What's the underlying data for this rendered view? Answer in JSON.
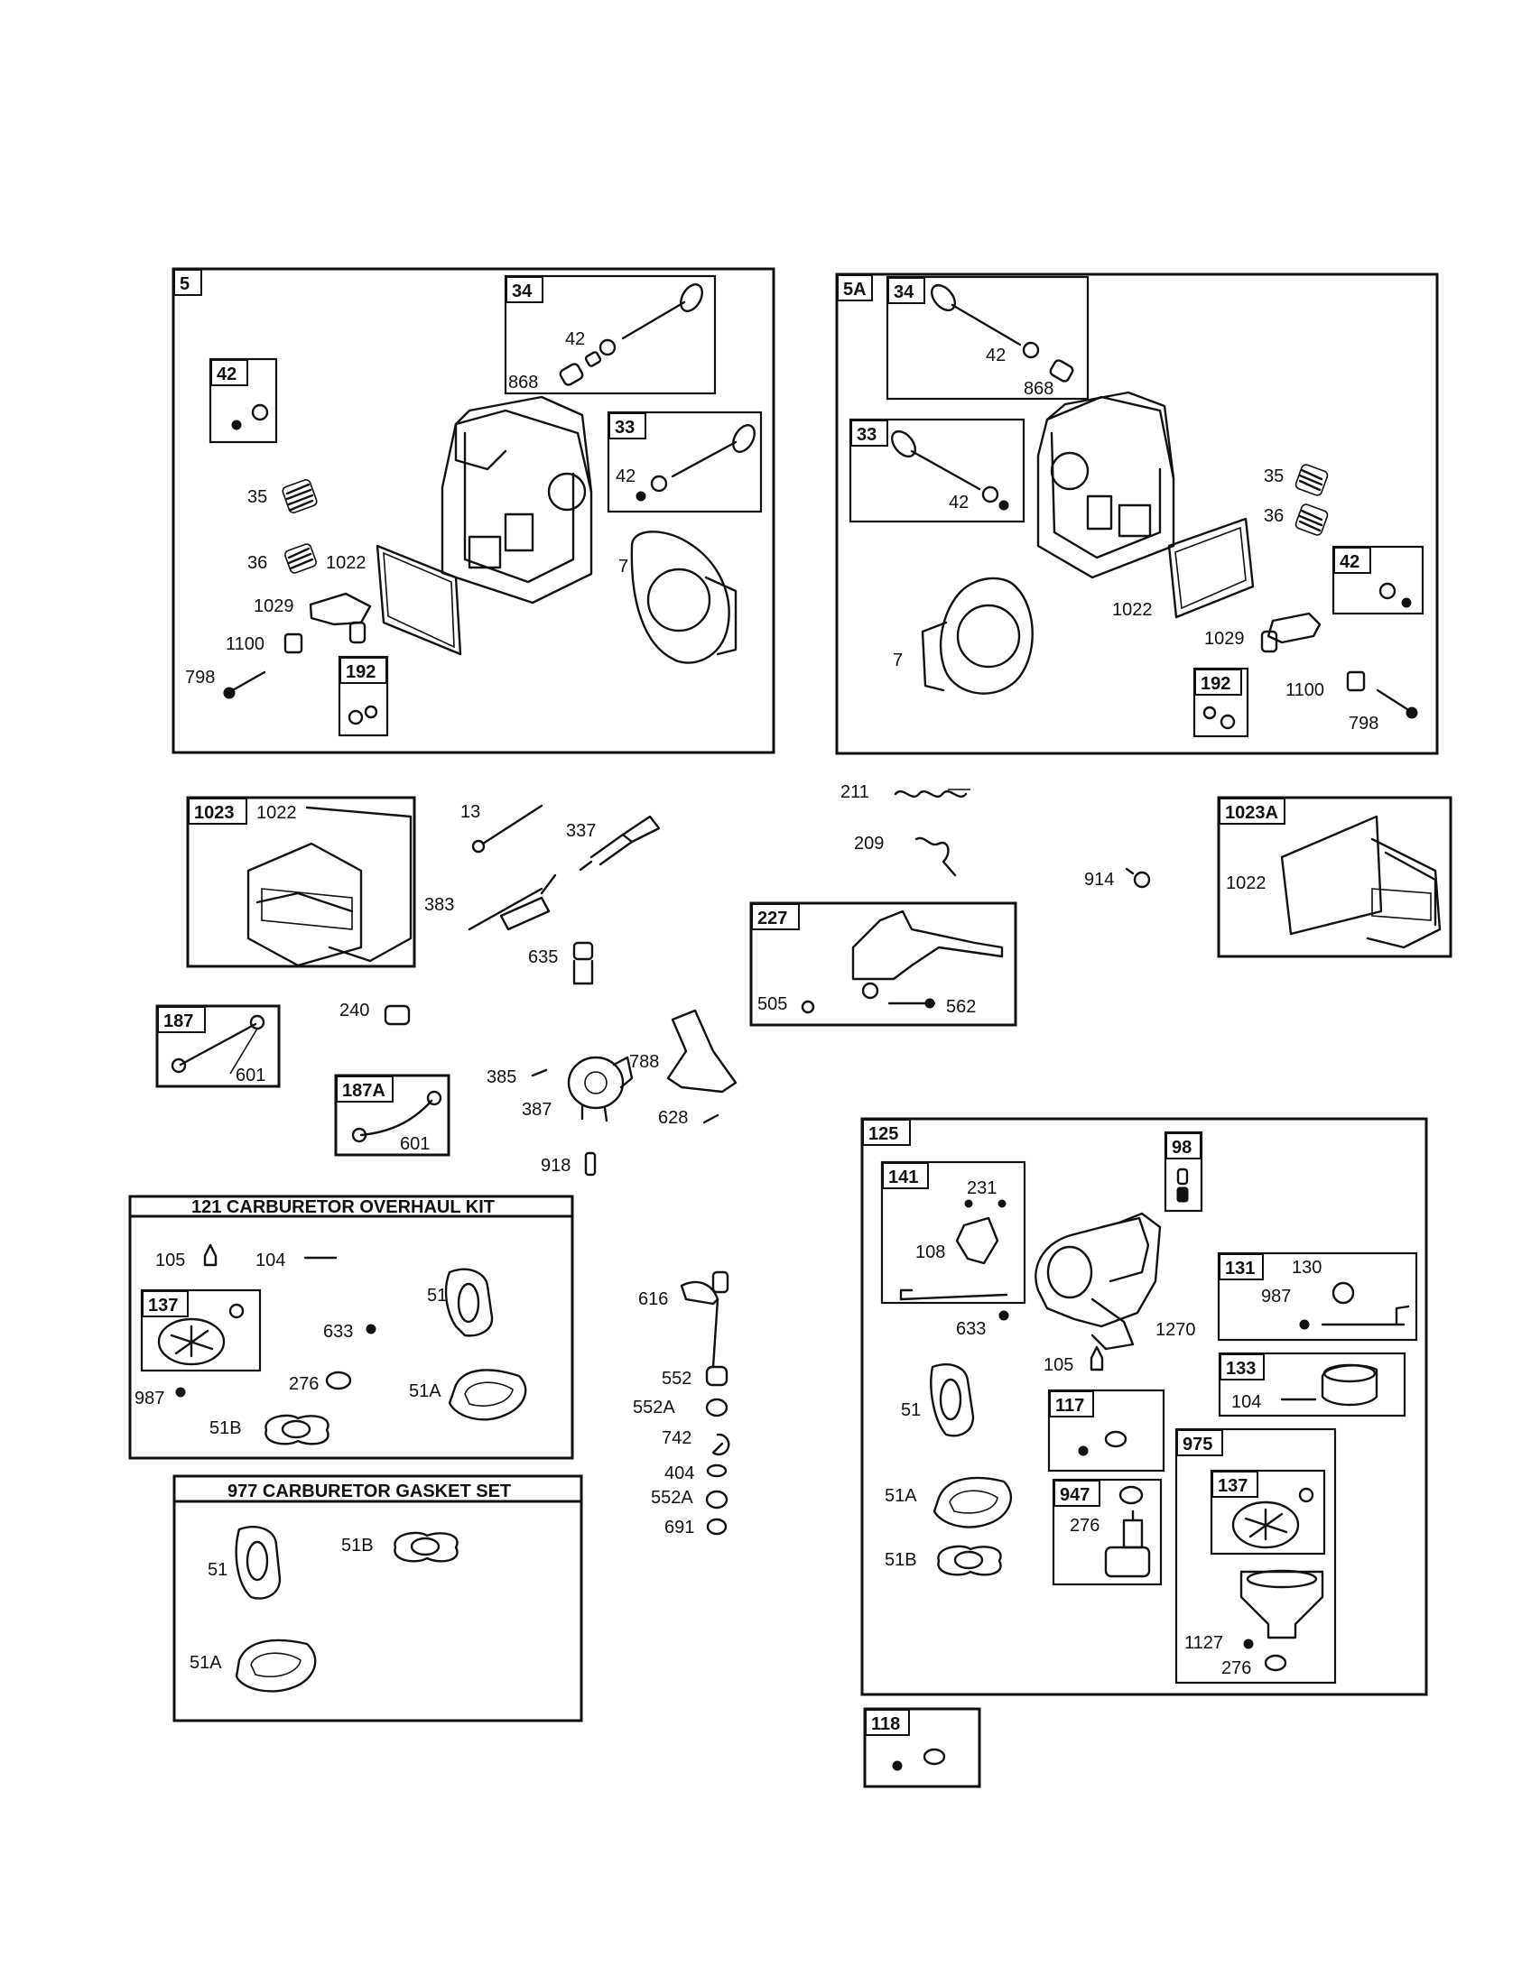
{
  "groups": {
    "head_5": {
      "tag": "5"
    },
    "head_5a": {
      "tag": "5A"
    },
    "valve_exh_l": {
      "tag": "34",
      "labels": [
        "42",
        "868"
      ]
    },
    "valve_int_l": {
      "tag": "33",
      "labels": [
        "42"
      ]
    },
    "keeper_l": {
      "tag": "42"
    },
    "head_l_labels": [
      "35",
      "36",
      "1022",
      "1029",
      "1100",
      "798",
      "7"
    ],
    "screw_l": {
      "tag": "192"
    },
    "valve_exh_r": {
      "tag": "34",
      "labels": [
        "42",
        "868"
      ]
    },
    "valve_int_r": {
      "tag": "33",
      "labels": [
        "42"
      ]
    },
    "keeper_r": {
      "tag": "42"
    },
    "head_r_labels": [
      "35",
      "36",
      "1022",
      "1029",
      "1100",
      "798",
      "7"
    ],
    "screw_r": {
      "tag": "192"
    },
    "cover_l": {
      "tag": "1023",
      "labels": [
        "1022"
      ]
    },
    "cover_r": {
      "tag": "1023A",
      "labels": [
        "1022"
      ]
    },
    "tube_a": {
      "tag": "187",
      "labels": [
        "601"
      ]
    },
    "tube_b": {
      "tag": "187A",
      "labels": [
        "601"
      ]
    },
    "bracket": {
      "tag": "227",
      "labels": [
        "505",
        "562"
      ]
    },
    "loose_labels": [
      "13",
      "337",
      "383",
      "635",
      "240",
      "385",
      "387",
      "788",
      "628",
      "918",
      "211",
      "209",
      "914"
    ],
    "kit": {
      "title": "121 CARBURETOR OVERHAUL KIT",
      "labels": [
        "105",
        "104",
        "51",
        "633",
        "276",
        "987",
        "51B",
        "51A"
      ],
      "inner_tag": "137"
    },
    "gasket_set": {
      "title": "977 CARBURETOR GASKET SET",
      "labels": [
        "51",
        "51B",
        "51A"
      ]
    },
    "column_labels": [
      "616",
      "552",
      "552A",
      "742",
      "404",
      "552A",
      "691"
    ],
    "carb": {
      "tag": "125",
      "labels": [
        "1270",
        "105",
        "51",
        "51A",
        "51B"
      ]
    },
    "carb_141": {
      "tag": "141",
      "labels": [
        "231",
        "108",
        "633"
      ]
    },
    "carb_98": {
      "tag": "98"
    },
    "carb_131": {
      "tag": "131",
      "labels": [
        "130",
        "987"
      ]
    },
    "carb_133": {
      "tag": "133",
      "labels": [
        "104"
      ]
    },
    "carb_117": {
      "tag": "117"
    },
    "carb_947": {
      "tag": "947",
      "labels": [
        "276"
      ]
    },
    "carb_975": {
      "tag": "975",
      "labels": [
        "1127",
        "276"
      ],
      "inner_tag": "137"
    },
    "part_118": {
      "tag": "118"
    }
  }
}
